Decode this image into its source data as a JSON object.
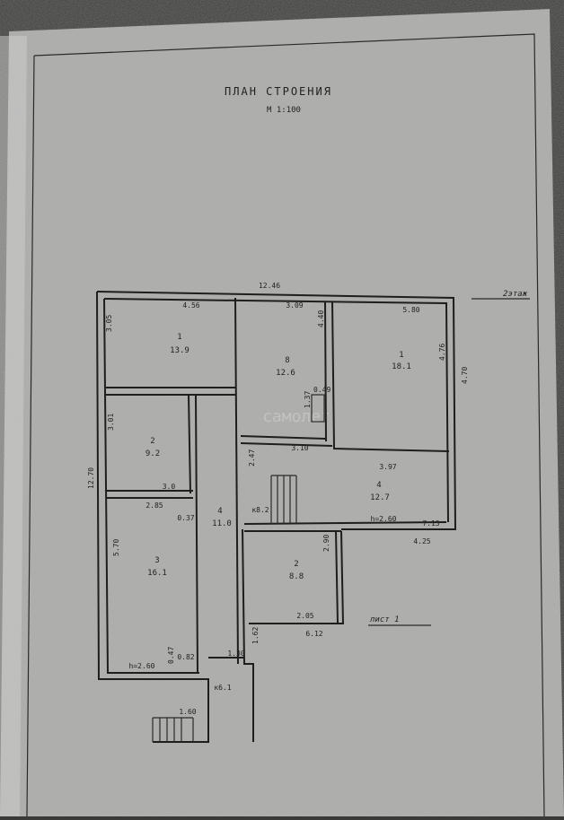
{
  "document": {
    "title": "ПЛАН СТРОЕНИЯ",
    "scale": "М 1:100",
    "floor_label": "2этаж",
    "sheet_label": "лист 1",
    "watermark": "самолет"
  },
  "rooms": [
    {
      "number": "1",
      "area": "13.9"
    },
    {
      "number": "2",
      "area": "9.2"
    },
    {
      "number": "3",
      "area": "16.1"
    },
    {
      "number": "4",
      "area": "11.0"
    },
    {
      "number": "8",
      "area": "12.6"
    },
    {
      "number": "1",
      "area": "18.1"
    },
    {
      "number": "4",
      "area": "12.7"
    },
    {
      "number": "2",
      "area": "8.8"
    }
  ],
  "dimensions": {
    "total_width": "12.46",
    "total_height": "12.70",
    "d456": "4.56",
    "d305": "3.05",
    "d309": "3.09",
    "d440": "4.40",
    "d580": "5.80",
    "d476": "4.76",
    "d470": "4.70",
    "d049": "0.49",
    "d137": "1.37",
    "d310": "3.10",
    "d247": "2.47",
    "d397": "3.97",
    "d301": "3.01",
    "d30": "3.0",
    "d285": "2.85",
    "d037": "0.37",
    "d570": "5.70",
    "k82": "к8.2",
    "h260a": "h=2.60",
    "d713": "7.13",
    "d425": "4.25",
    "d290": "2.90",
    "d205": "2.05",
    "d612": "6.12",
    "d162": "1.62",
    "d047": "0.47",
    "d082": "0.82",
    "h260b": "h=2.60",
    "d130": "1.30",
    "k61": "к6.1",
    "d160": "1.60"
  }
}
